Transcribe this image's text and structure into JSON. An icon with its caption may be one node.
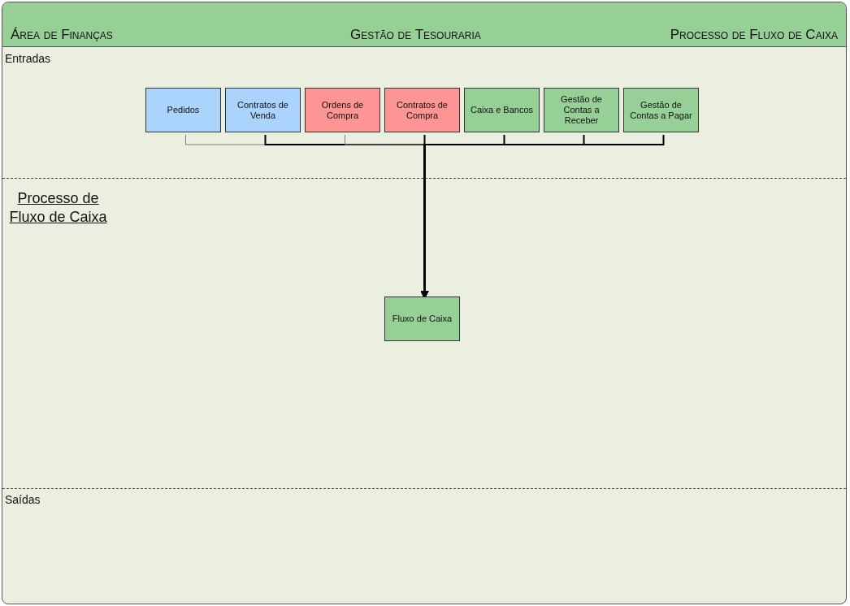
{
  "diagram": {
    "nodes": [
      {
        "text": [
          "Entradas"
        ]
      },
      {
        "text": [
          "Pedidos"
        ],
        "in": 0
      },
      {
        "text": [
          "Contratos de Venda"
        ],
        "in": 0
      },
      {
        "text": [
          "Ordens de Compra"
        ],
        "in": 0
      },
      {
        "text": [
          "Contratos de Compra"
        ],
        "in": 0
      },
      {
        "text": [
          "Caixa e Bancos"
        ],
        "in": 0
      },
      {
        "text": [
          "Gestão de Contas a Receber"
        ],
        "in": 0
      },
      {
        "text": [
          "Gestão de Contas a Pagar"
        ],
        "in": 0
      },
      {
        "text": [
          "Processo de Fluxo de Caixa"
        ]
      },
      {
        "text": [
          "Fluxo de Caixa"
        ],
        "in": 8
      },
      {
        "text": [
          "Saídas"
        ]
      }
    ],
    "edges": [
      {
        "from": 1,
        "to": 9,
        "arrow": "to",
        "color": "#808080"
      },
      {
        "from": 2,
        "to": 9,
        "arrow": "to"
      },
      {
        "from": 3,
        "to": 9,
        "arrow": "to",
        "color": "#808080"
      },
      {
        "from": 4,
        "to": 9,
        "arrow": "to"
      },
      {
        "from": 5,
        "to": 9,
        "arrow": "to"
      },
      {
        "from": 6,
        "to": 9,
        "arrow": "to"
      },
      {
        "from": 7,
        "to": 9,
        "arrow": "to"
      }
    ],
    "labels": [
      "Área de Finanças",
      "Gestão de Tesouraria",
      "Processo de Fluxo de Caixa"
    ]
  }
}
